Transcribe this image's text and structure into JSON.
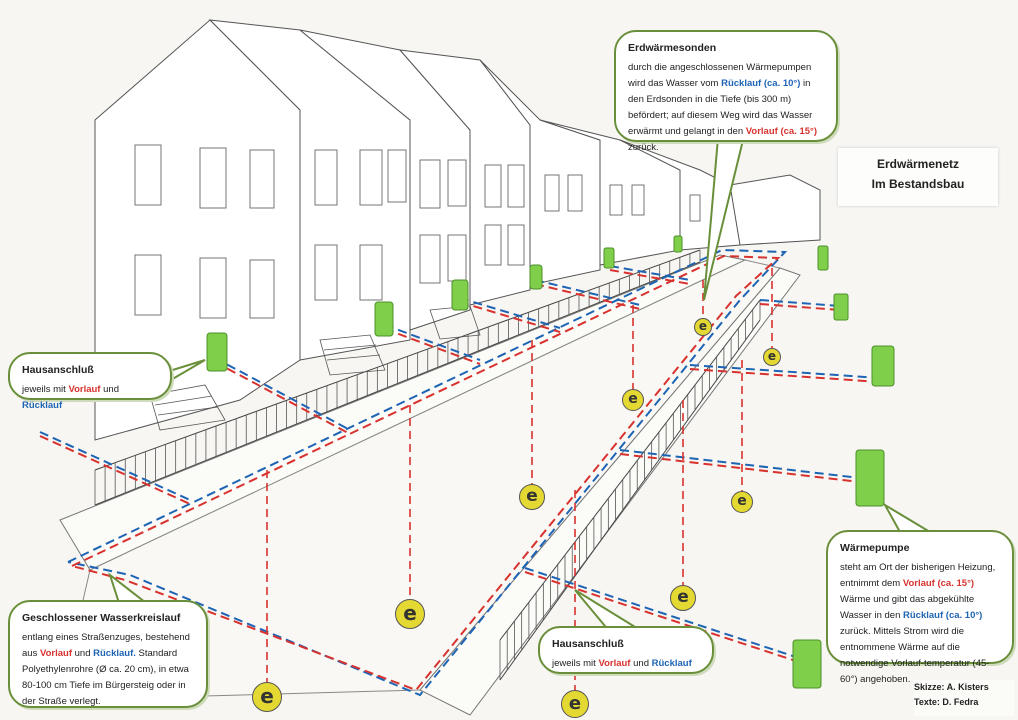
{
  "title": {
    "line1": "Erdwärmenetz",
    "line2": "Im Bestandsbau"
  },
  "credits": {
    "sketch": "Skizze: A. Kisters",
    "texts": "Texte: D. Fedra"
  },
  "probe_label": "e",
  "colors": {
    "vorlauf": "#d8322f",
    "ruecklauf": "#1e64b4",
    "bubble_border": "#6a8f3a",
    "heat_pump": "#6cc23a",
    "probe": "#e4d832"
  },
  "callouts": {
    "erdsonden": {
      "title": "Erdwärmesonden",
      "t1": "durch die angeschlossenen Wärmepumpen wird das Wasser vom ",
      "ruecklauf": "Rücklauf (ca. 10°)",
      "t2": " in den Erdsonden in die Tiefe (bis 300 m) befördert; auf diesem Weg wird das Wasser erwärmt und gelangt in den ",
      "vorlauf": "Vorlauf (ca. 15°)",
      "t3": " zurück."
    },
    "hausanschluss_left": {
      "title": "Hausanschluß",
      "t1": "jeweils mit ",
      "vorlauf": "Vorlauf",
      "t2": " und ",
      "ruecklauf": "Rücklauf"
    },
    "kreislauf": {
      "title": "Geschlossener Wasserkreislauf",
      "t1": "entlang eines Straßenzuges, bestehend aus ",
      "vorlauf": "Vorlauf",
      "t2": " und ",
      "ruecklauf": "Rücklauf.",
      "t3": " Standard Polyethylenrohre (Ø ca. 20 cm), in etwa 80-100 cm Tiefe im Bürgersteig oder in der Straße verlegt."
    },
    "hausanschluss_bottom": {
      "title": "Hausanschluß",
      "t1": "jeweils mit ",
      "vorlauf": "Vorlauf",
      "t2": " und ",
      "ruecklauf": "Rücklauf"
    },
    "waermepumpe": {
      "title": "Wärmepumpe",
      "t1": "steht am Ort der bisherigen Heizung, entnimmt dem ",
      "vorlauf": "Vorlauf (ca. 15°)",
      "t2": " Wärme und gibt das abgekühlte Wasser in den ",
      "ruecklauf": "Rücklauf (ca. 10°)",
      "t3": " zurück. Mittels Strom wird die entnommene Wärme auf die notwendige Vorlauf-temperatur (45-60°) angehoben."
    }
  }
}
